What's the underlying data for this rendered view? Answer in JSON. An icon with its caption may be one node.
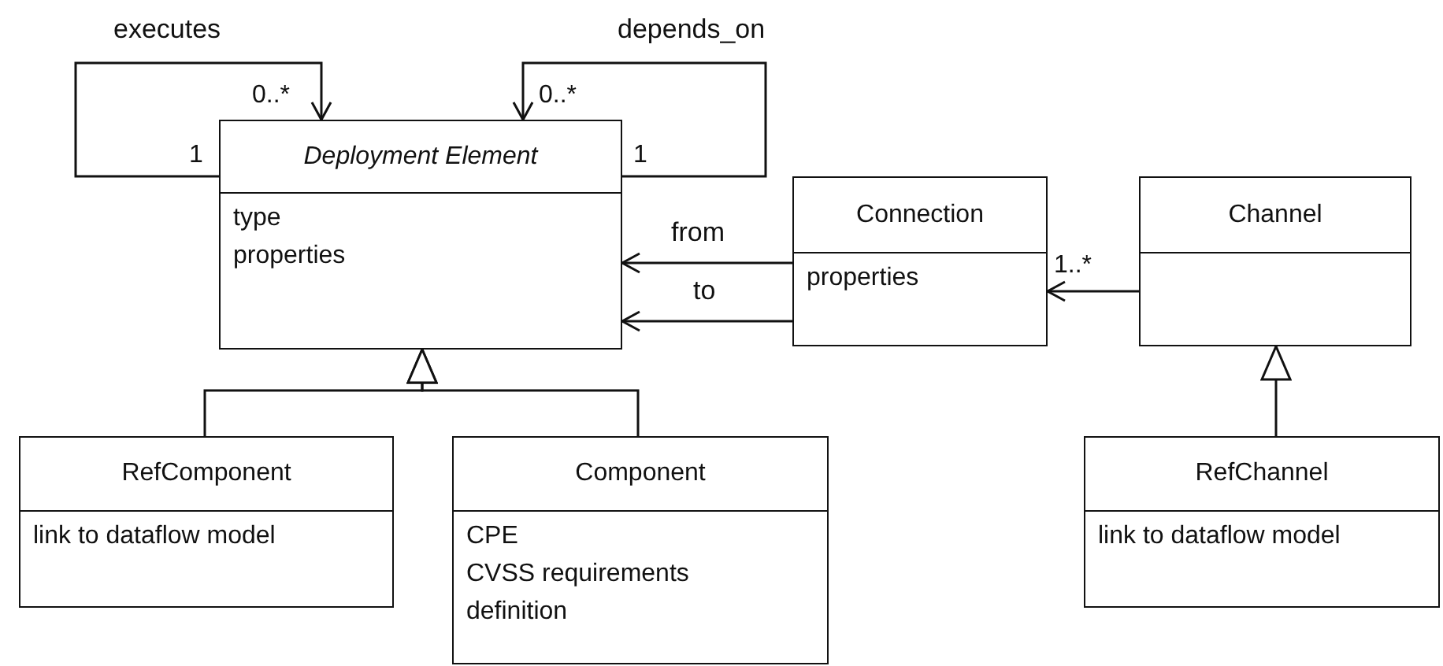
{
  "diagram": {
    "nodes": [
      {
        "text": [
          "Deployment Element",
          "type",
          "properties"
        ]
      },
      {
        "text": [
          "Connection",
          "properties"
        ]
      },
      {
        "text": [
          "Channel"
        ]
      },
      {
        "text": [
          "RefComponent",
          "link to dataflow model"
        ]
      },
      {
        "text": [
          "Component",
          "CPE",
          "CVSS requirements",
          "definition"
        ]
      },
      {
        "text": [
          "RefChannel",
          "link to dataflow model"
        ]
      }
    ],
    "edges": [
      {
        "from": 0,
        "to": 0,
        "arrow": "to",
        "label": "executes"
      },
      {
        "from": 0,
        "to": 0,
        "arrow": "to",
        "label": "depends_on"
      },
      {
        "from": 1,
        "to": 0,
        "arrow": "to",
        "label": "from"
      },
      {
        "from": 1,
        "to": 0,
        "arrow": "to",
        "label": "to"
      },
      {
        "from": 2,
        "to": 1,
        "arrow": "to"
      },
      {
        "from": 3,
        "to": 0,
        "arrow": "to"
      },
      {
        "from": 4,
        "to": 0,
        "arrow": "to"
      },
      {
        "from": 5,
        "to": 2,
        "arrow": "to"
      }
    ],
    "labels": [
      "0..*",
      "1",
      "0..*",
      "1",
      "1..*"
    ]
  }
}
